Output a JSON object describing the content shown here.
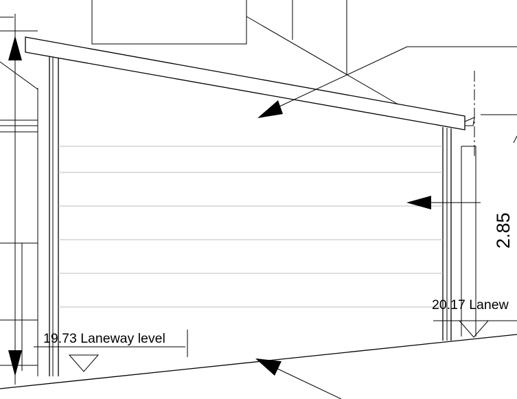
{
  "drawing": {
    "levels": {
      "left": "19.73 Laneway level",
      "right": "20.17 Lanew"
    },
    "dimension_value": "2.85"
  }
}
